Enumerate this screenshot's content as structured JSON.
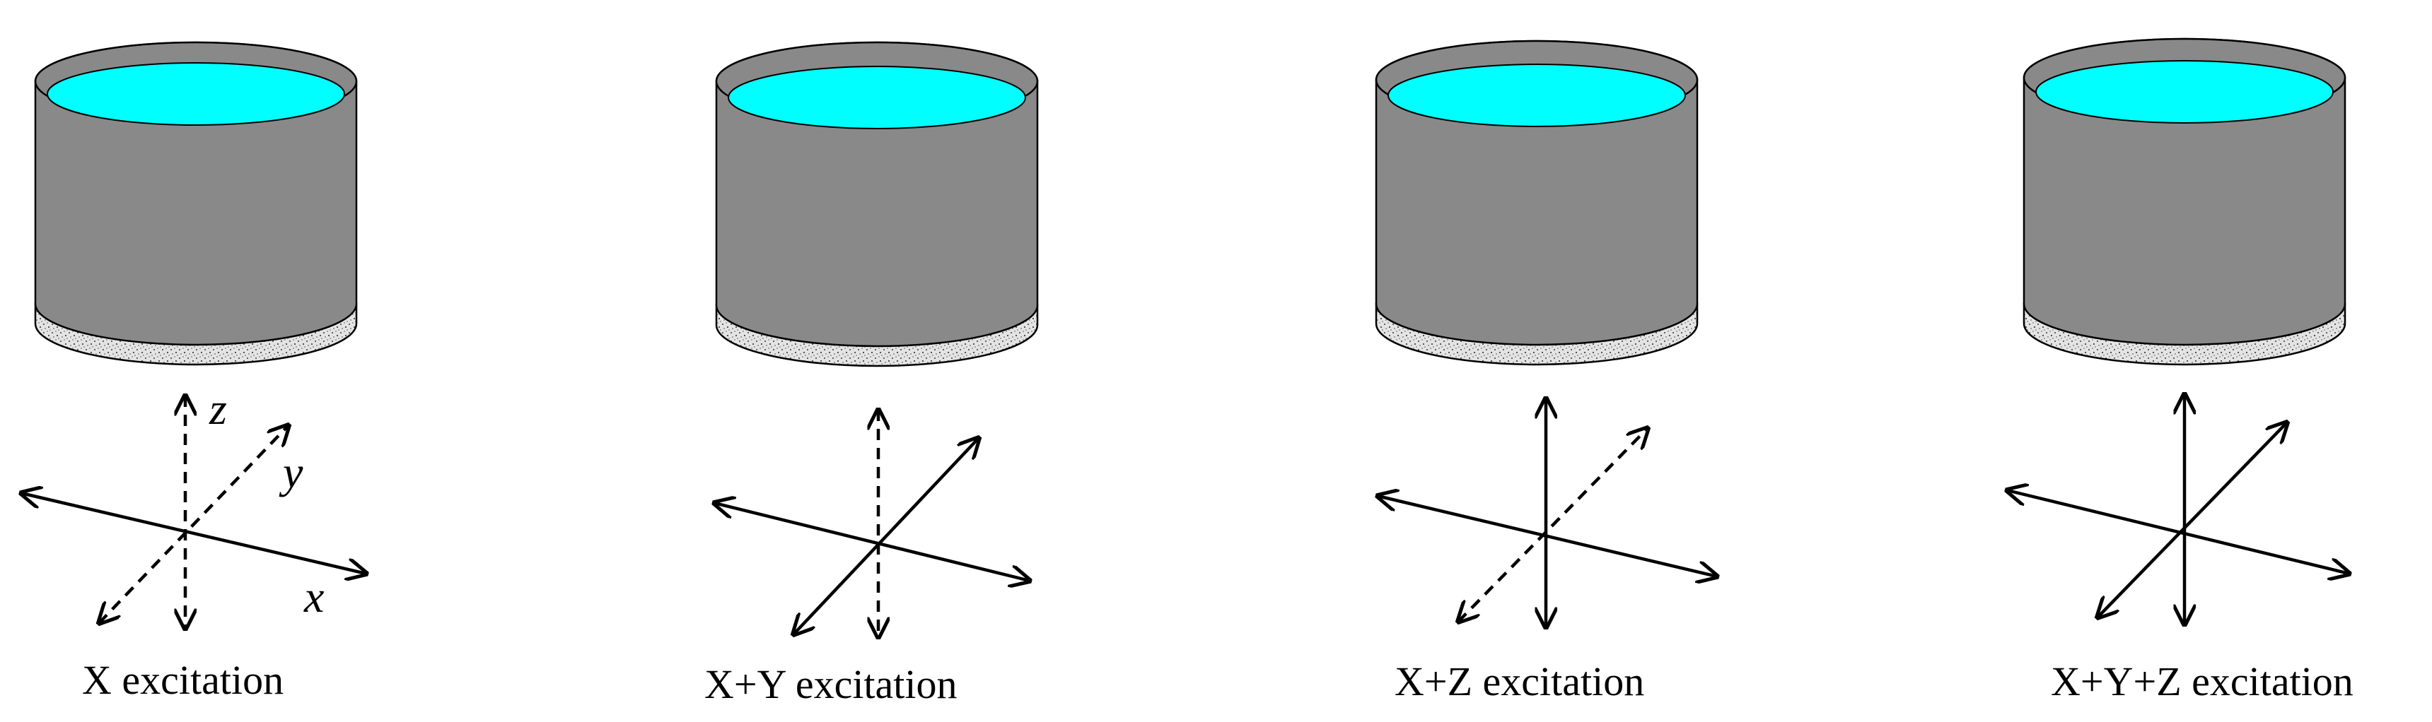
{
  "colors": {
    "background": "#ffffff",
    "tank_wall": "#898989",
    "tank_outline": "#000000",
    "water": "#00ffff",
    "base": "#e6e6e6",
    "base_speckle": "#555555",
    "axis": "#000000"
  },
  "panels": [
    {
      "caption": "X excitation",
      "active_axes": [
        "x"
      ],
      "axis_labels": {
        "x": "x",
        "y": "y",
        "z": "z"
      }
    },
    {
      "caption": "X+Y excitation",
      "active_axes": [
        "x",
        "y"
      ]
    },
    {
      "caption": "X+Z excitation",
      "active_axes": [
        "x",
        "z"
      ]
    },
    {
      "caption": "X+Y+Z excitation",
      "active_axes": [
        "x",
        "y",
        "z"
      ]
    }
  ]
}
